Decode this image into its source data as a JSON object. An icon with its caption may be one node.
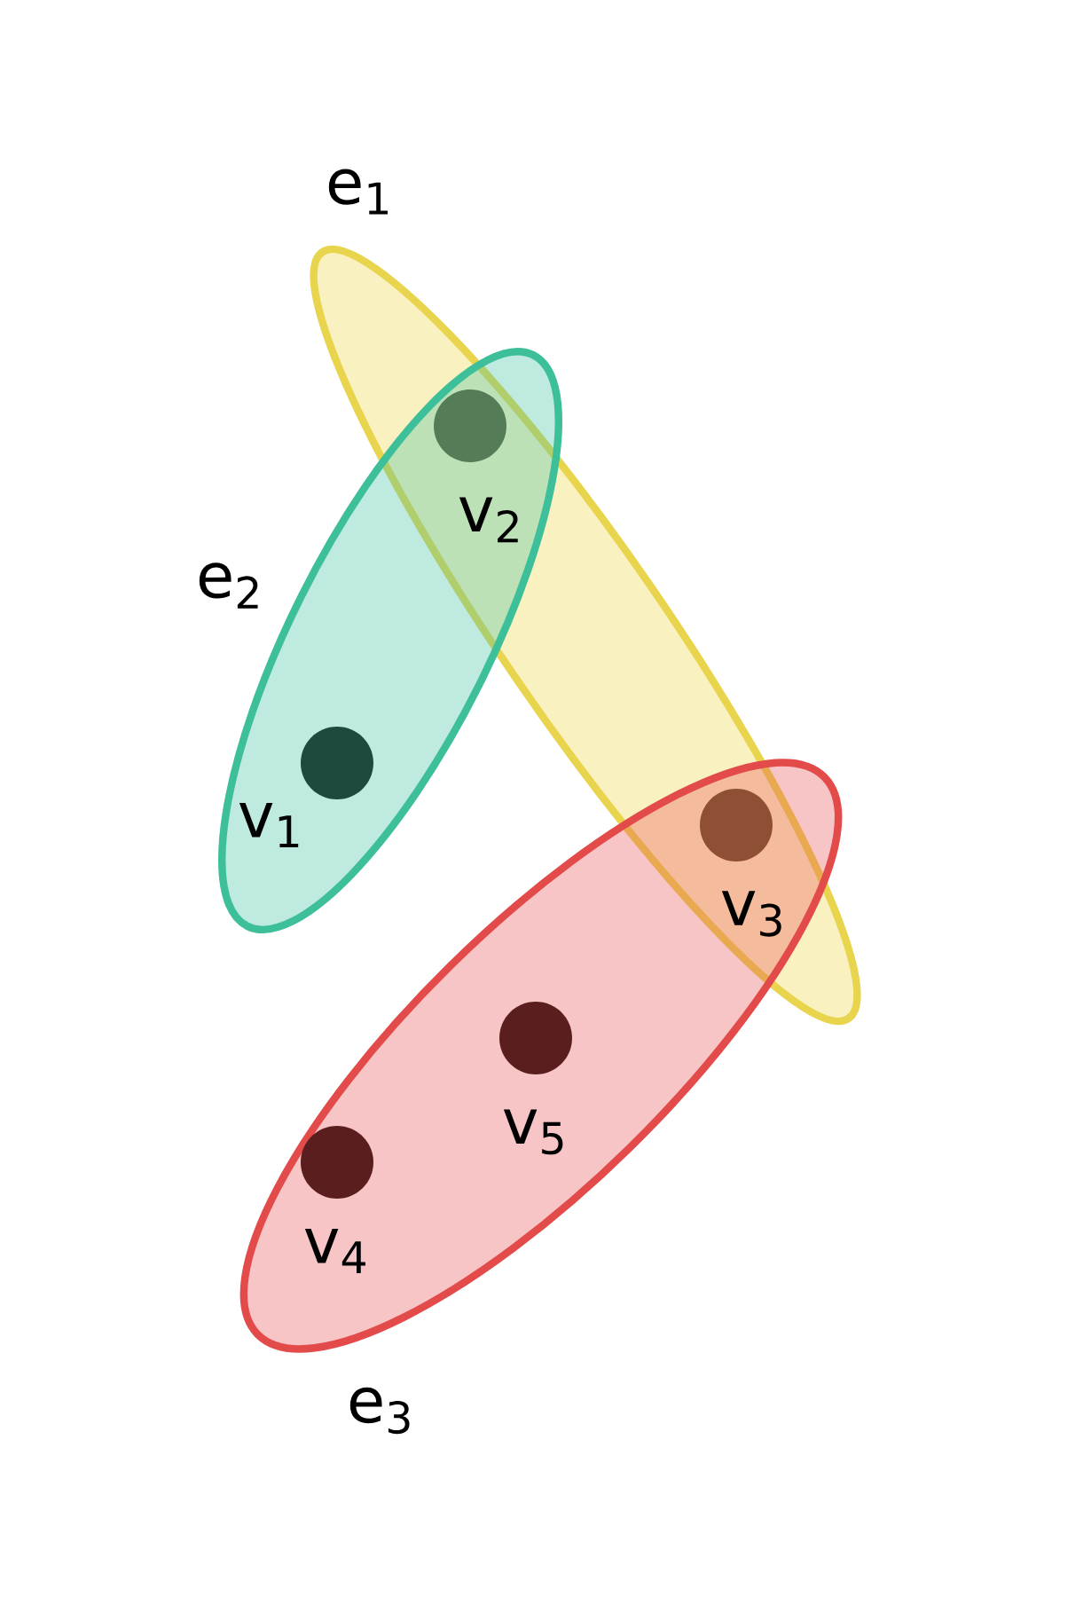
{
  "diagram": {
    "nodes": [
      {
        "text": [
          "e$_{1}$"
        ]
      },
      {
        "text": [
          "e$_{2}$"
        ]
      },
      {
        "text": [
          "e$_{3}$"
        ]
      },
      {
        "text": [],
        "shape": "circle",
        "beside": [
          "v$_{1}$"
        ],
        "in": 1
      },
      {
        "text": [],
        "shape": "circle",
        "beside": [
          "v$_{2}$"
        ]
      },
      {
        "text": [],
        "shape": "circle",
        "beside": [
          "v$_{3}$"
        ]
      },
      {
        "text": [],
        "shape": "circle",
        "beside": [
          "v$_{4}$"
        ],
        "in": 2
      },
      {
        "text": [],
        "shape": "circle",
        "beside": [
          "v$_{5}$"
        ],
        "in": 2
      }
    ]
  }
}
